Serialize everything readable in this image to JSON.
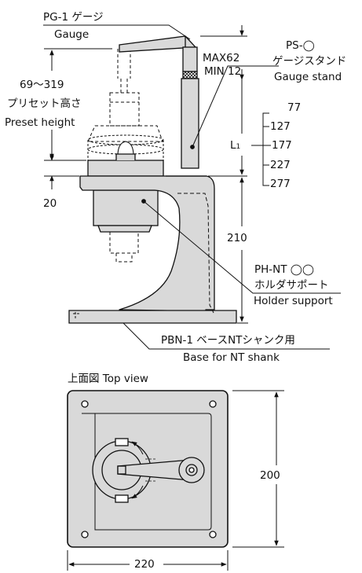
{
  "gauge": {
    "code": "PG-1 ゲージ",
    "name_en": "Gauge"
  },
  "gauge_stand": {
    "code": "PS-◯",
    "name_ja": "ゲージスタンド",
    "name_en": "Gauge stand"
  },
  "stroke": {
    "max": "MAX62",
    "min": "MIN 12"
  },
  "preset_height": {
    "range": "69～319",
    "name_ja": "プリセット高さ",
    "name_en": "Preset height"
  },
  "l1": {
    "symbol": "L",
    "subscript": "1",
    "options": [
      "77",
      "127",
      "177",
      "227",
      "277"
    ]
  },
  "dims": {
    "offset": "20",
    "base_height": "210",
    "width": "220",
    "depth": "200"
  },
  "holder_support": {
    "code": "PH-NT ◯◯",
    "name_ja": "ホルダサポート",
    "name_en": "Holder support"
  },
  "base": {
    "code": "PBN-1 ベースNTシャンク用",
    "name_en": "Base for NT shank"
  },
  "top_view": {
    "title": "上面図  Top view"
  },
  "colors": {
    "fill": "#d9d9d9",
    "line": "#111111",
    "background": "#ffffff"
  }
}
